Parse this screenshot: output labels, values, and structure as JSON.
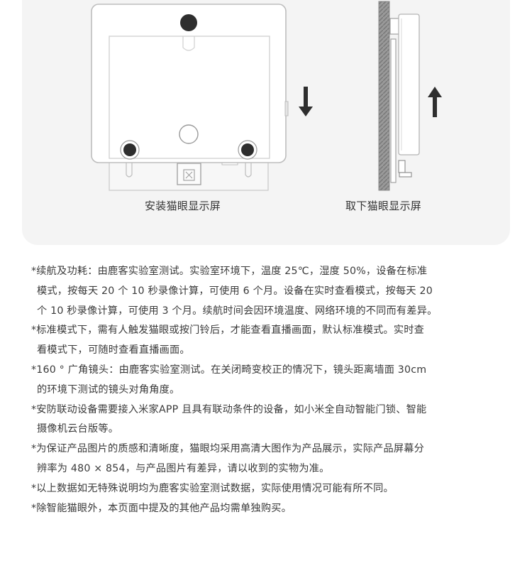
{
  "captions": {
    "install": "安装猫眼显示屏",
    "remove": "取下猫眼显示屏"
  },
  "icons": {
    "install_arrow": "arrow-down-icon",
    "remove_arrow": "arrow-up-icon"
  },
  "colors": {
    "panel_bg": "#f4f4f4",
    "text": "#333333",
    "screw": "#2e2e2e"
  },
  "notes": [
    "*续航及功耗：由鹿客实验室测试。实验室环境下，温度 25℃，湿度 50%，设备在标准",
    "模式，按每天 20 个 10 秒录像计算，可使用 6 个月。设备在实时查看模式，按每天 20",
    "个 10 秒录像计算，可使用 3 个月。续航时间会因环境温度、网络环境的不同而有差异。",
    "*标准模式下，需有人触发猫眼或按门铃后，才能查看直播画面，默认标准模式。实时查",
    "看模式下，可随时查看直播画面。",
    "*160 °  广角镜头：由鹿客实验室测试。在关闭畸变校正的情况下，镜头距离墙面 30cm",
    "的环境下测试的镜头对角角度。",
    "*安防联动设备需要接入米家APP 且具有联动条件的设备，如小米全自动智能门锁、智能",
    "摄像机云台版等。",
    "*为保证产品图片的质感和清晰度，猫眼均采用高清大图作为产品展示，实际产品屏幕分",
    "辨率为 480 × 854，与产品图片有差异，请以收到的实物为准。",
    "*以上数据如无特殊说明均为鹿客实验室测试数据，实际使用情况可能有所不同。",
    "*除智能猫眼外，本页面中提及的其他产品均需单独购买。"
  ]
}
